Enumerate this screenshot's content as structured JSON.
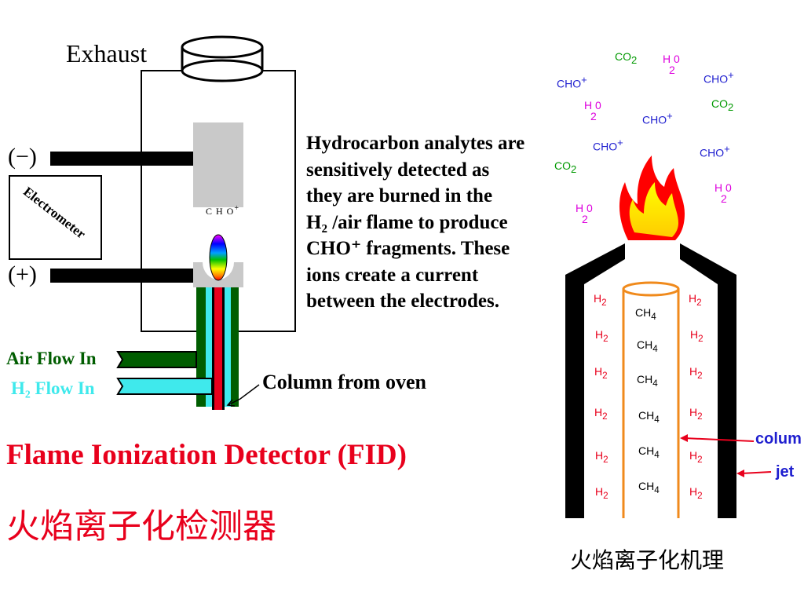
{
  "left_diagram": {
    "exhaust_label": "Exhaust",
    "minus_terminal": "(−)",
    "plus_terminal": "(+)",
    "electrometer_label": "Electrometer",
    "cho_label": "C H O",
    "cho_charge": "+",
    "air_flow_label": "Air Flow In",
    "h2_flow_label": "H₂ Flow In",
    "column_label": "Column from oven"
  },
  "description": {
    "lines": [
      "Hydrocarbon analytes are",
      "sensitively detected as",
      "they are burned in the",
      "H₂ /air flame to produce",
      "CHO⁺  fragments. These",
      "ions create a current",
      "between the electrodes."
    ]
  },
  "titles": {
    "fid_title": "Flame Ionization Detector (FID)",
    "cn_title": "火焰离子化检测器",
    "mechanism_title": "火焰离子化机理"
  },
  "right_diagram": {
    "column_label": "colum",
    "jet_label": "jet",
    "products": {
      "cho": "CHO",
      "cho_charge": "+",
      "co": "CO",
      "co_sub": "2",
      "h": "H",
      "h_o": "0",
      "h_sub": "2"
    },
    "inner": {
      "h": "H",
      "h_sub": "2",
      "ch": "CH",
      "ch_sub": "4"
    }
  },
  "colors": {
    "title_red": "#e8001c",
    "air_green": "#005d00",
    "h2_cyan": "#3fe9ec",
    "column_orange": "#f08a1c",
    "cho_blue": "#1e1ecf",
    "co2_green": "#009900",
    "h2o_magenta": "#dd00dd",
    "flame_red": "#ff0000",
    "flame_yellow": "#ffff00",
    "electrode_gray": "#c9c9c9"
  }
}
